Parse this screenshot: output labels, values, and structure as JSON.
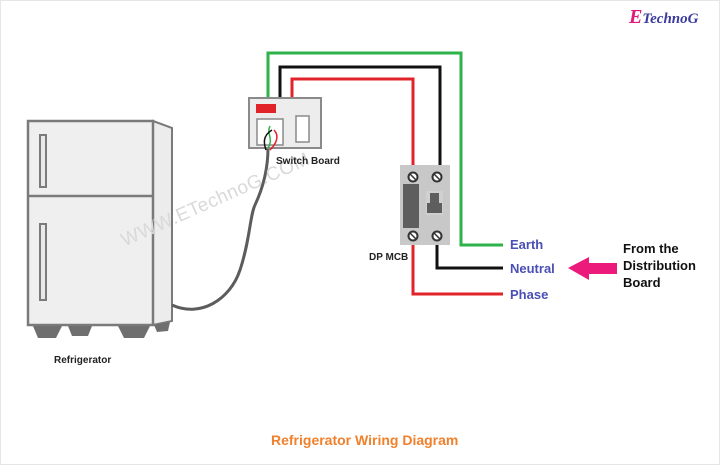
{
  "brand": {
    "logo_initial": "E",
    "logo_rest": "TechnoG"
  },
  "watermark": "WWW.ETechnoG.COM",
  "components": {
    "refrigerator": {
      "label": "Refrigerator"
    },
    "switch_board": {
      "label": "Switch Board"
    },
    "mcb": {
      "label": "DP MCB"
    }
  },
  "wires": [
    {
      "name": "Earth",
      "color": "#2db34a"
    },
    {
      "name": "Neutral",
      "color": "#111111"
    },
    {
      "name": "Phase",
      "color": "#e0242a"
    }
  ],
  "source": {
    "label": "From the\nDistribution\nBoard",
    "arrow_color": "#ec1a7a"
  },
  "caption": "Refrigerator Wiring Diagram"
}
